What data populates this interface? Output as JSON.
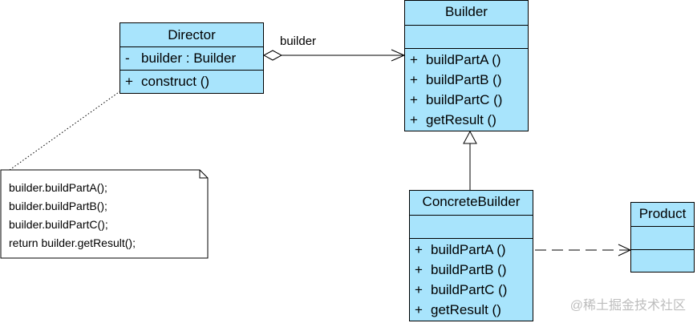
{
  "diagram": {
    "classes": {
      "director": {
        "name": "Director",
        "attributes": [
          {
            "visibility": "-",
            "text": "builder  : Builder"
          }
        ],
        "operations": [
          {
            "visibility": "+",
            "text": "construct ()"
          }
        ]
      },
      "builder": {
        "name": "Builder",
        "attributes": [],
        "operations": [
          {
            "visibility": "+",
            "text": "buildPartA ()"
          },
          {
            "visibility": "+",
            "text": "buildPartB ()"
          },
          {
            "visibility": "+",
            "text": "buildPartC ()"
          },
          {
            "visibility": "+",
            "text": "getResult ()"
          }
        ]
      },
      "concrete_builder": {
        "name": "ConcreteBuilder",
        "attributes": [],
        "operations": [
          {
            "visibility": "+",
            "text": "buildPartA ()"
          },
          {
            "visibility": "+",
            "text": "buildPartB ()"
          },
          {
            "visibility": "+",
            "text": "buildPartC ()"
          },
          {
            "visibility": "+",
            "text": "getResult ()"
          }
        ]
      },
      "product": {
        "name": "Product",
        "attributes": [],
        "operations": []
      }
    },
    "relations": {
      "aggregation_label": "builder"
    },
    "note": {
      "lines": [
        "builder.buildPartA();",
        "builder.buildPartB();",
        "builder.buildPartC();",
        "return builder.getResult();"
      ]
    },
    "watermark": "@稀土掘金技术社区",
    "colors": {
      "class_fill": "#a8e4fc",
      "line": "#000000",
      "note_fill": "#ffffff",
      "watermark": "#bdbdbd"
    }
  }
}
